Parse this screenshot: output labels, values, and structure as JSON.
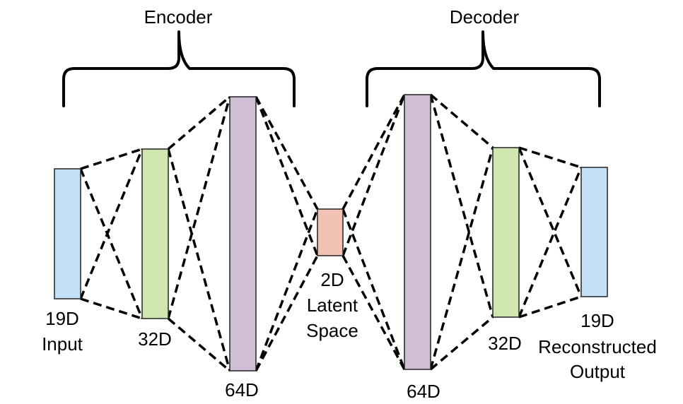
{
  "encoder": {
    "title": "Encoder",
    "input": {
      "label_line1": "19D",
      "label_line2": "Input",
      "color": "#c5e1f7"
    },
    "hidden1": {
      "label": "32D",
      "color": "#d0e6b1"
    },
    "hidden2": {
      "label": "64D",
      "color": "#cfbed6"
    }
  },
  "latent": {
    "label_line1": "2D",
    "label_line2": "Latent",
    "label_line3": "Space",
    "color": "#f2c3b5"
  },
  "decoder": {
    "title": "Decoder",
    "hidden1": {
      "label": "64D",
      "color": "#cfbed6"
    },
    "hidden2": {
      "label": "32D",
      "color": "#d0e6b1"
    },
    "output": {
      "label_line1": "19D",
      "label_line2": "Reconstructed",
      "label_line3": "Output",
      "color": "#c5e1f7"
    }
  },
  "connection_style": "dashed"
}
